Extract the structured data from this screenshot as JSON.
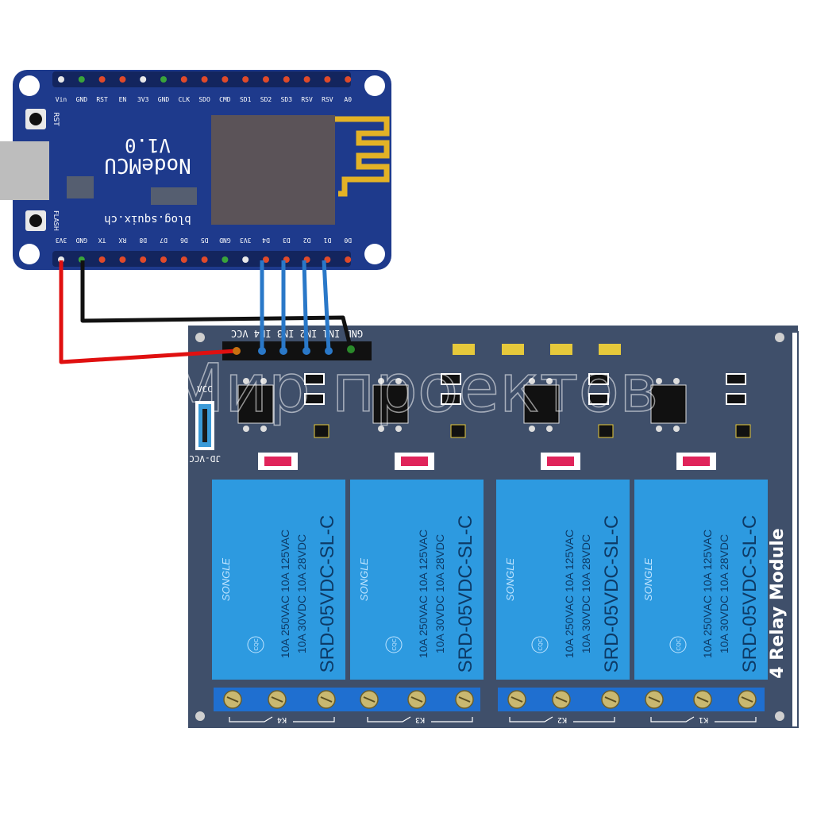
{
  "nodemcu": {
    "title": "NodeMCU",
    "version": "V1.0",
    "site": "blog.squix.ch",
    "btn_rst": "RST",
    "btn_flash": "FLASH",
    "top_pins": [
      "Vin",
      "GND",
      "RST",
      "EN",
      "3V3",
      "GND",
      "CLK",
      "SDO",
      "CMD",
      "SD1",
      "SD2",
      "SD3",
      "RSV",
      "RSV",
      "A0"
    ],
    "bottom_pins": [
      "3V3",
      "GND",
      "TX",
      "RX",
      "D8",
      "D7",
      "D6",
      "D5",
      "GND",
      "3V3",
      "D4",
      "D3",
      "D2",
      "D1",
      "D0"
    ]
  },
  "relay_module": {
    "title": "4 Relay Module",
    "header_label": "GND IN1 IN2 IN3 IN4 VCC",
    "vcc_label": "VCC",
    "jdvcc_label": "JD-VCC",
    "relays": [
      {
        "brand": "SONGLE",
        "model": "SRD-05VDC-SL-C",
        "rating1": "10A 250VAC 10A 125VAC",
        "rating2": "10A 30VDC 10A 28VDC",
        "cert": "CQC"
      },
      {
        "brand": "SONGLE",
        "model": "SRD-05VDC-SL-C",
        "rating1": "10A 250VAC 10A 125VAC",
        "rating2": "10A 30VDC 10A 28VDC",
        "cert": "CQC"
      },
      {
        "brand": "SONGLE",
        "model": "SRD-05VDC-SL-C",
        "rating1": "10A 250VAC 10A 125VAC",
        "rating2": "10A 30VDC 10A 28VDC",
        "cert": "CQC"
      },
      {
        "brand": "SONGLE",
        "model": "SRD-05VDC-SL-C",
        "rating1": "10A 250VAC 10A 125VAC",
        "rating2": "10A 30VDC 10A 28VDC",
        "cert": "CQC"
      }
    ],
    "terminal_labels": [
      "K4",
      "K3",
      "K2",
      "K1"
    ]
  },
  "watermark": "Мир проектов",
  "colors": {
    "board_blue": "#1e3a8c",
    "relay_blue": "#2d9ae0",
    "module_slate": "#3f4f6a",
    "wire_red": "#e01010",
    "wire_black": "#111111",
    "wire_blue": "#2a78c8"
  }
}
